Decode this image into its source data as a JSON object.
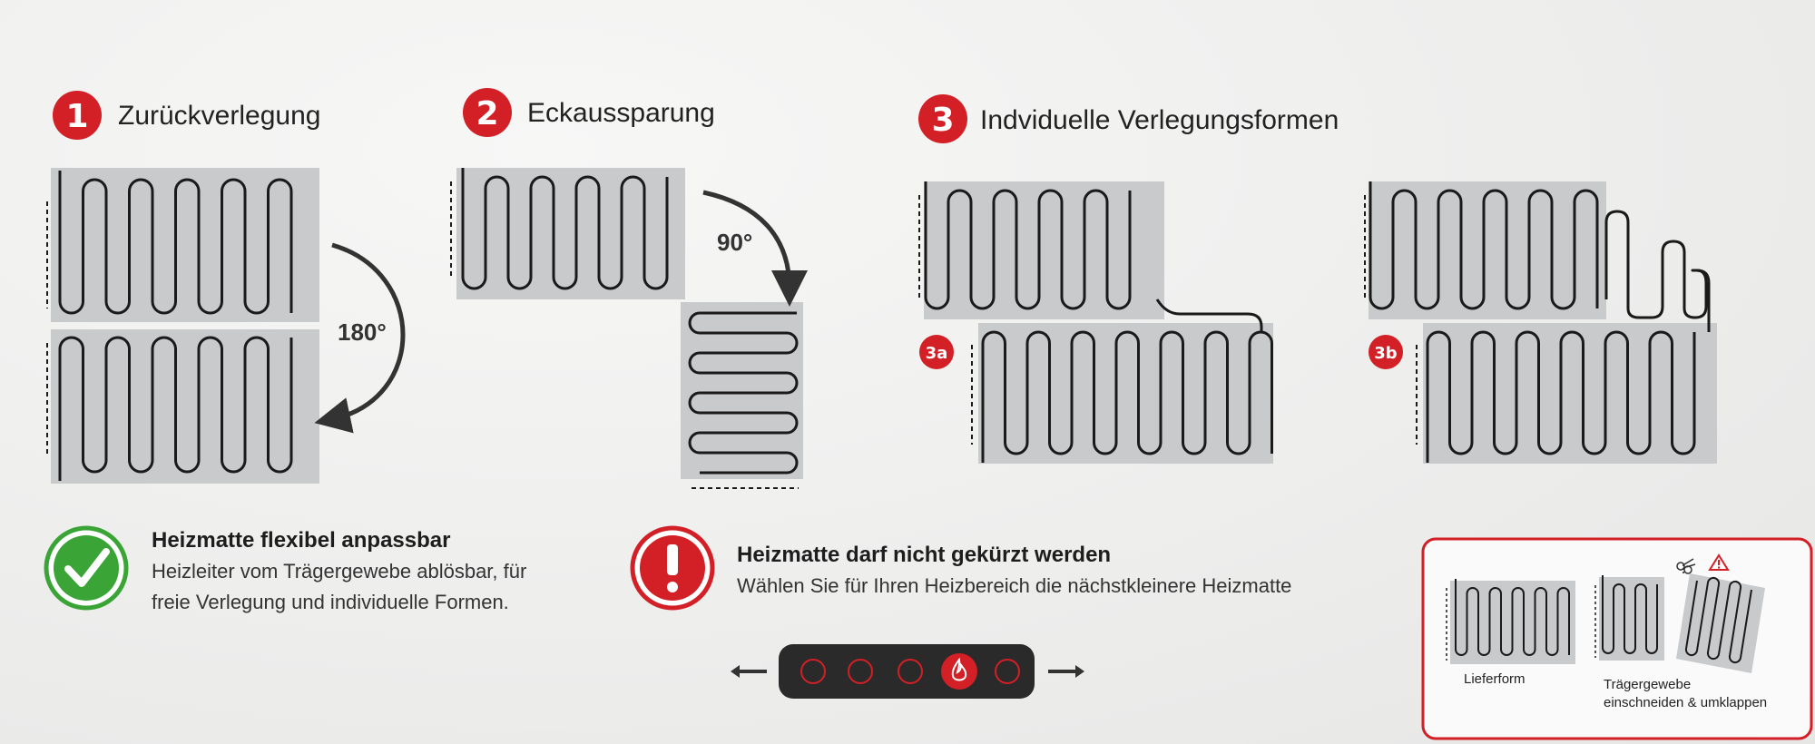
{
  "sections": [
    {
      "number": "1",
      "title": "Zurückverlegung",
      "angle": "180°"
    },
    {
      "number": "2",
      "title": "Eckaussparung",
      "angle": "90°"
    },
    {
      "number": "3",
      "title": "Indviduelle Verlegungsformen",
      "variants": [
        "3a",
        "3b"
      ]
    }
  ],
  "info_ok": {
    "title": "Heizmatte flexibel anpassbar",
    "line1": "Heizleiter vom Trägergewebe ablösbar, für",
    "line2": "freie Verlegung und individuelle Formen."
  },
  "info_warn": {
    "title": "Heizmatte darf nicht gekürzt werden",
    "line1": "Wählen Sie für Ihren Heizbereich die nächstkleinere Heizmatte"
  },
  "inset": {
    "label_left": "Lieferform",
    "label_right_1": "Trägergewebe",
    "label_right_2": "einschneiden & umklappen"
  },
  "colors": {
    "accent_red": "#d31f26",
    "ok_green": "#3aa536",
    "mat_fill": "#c9cacc",
    "wire": "#1a1a1a",
    "control_bg": "#2a2a2a"
  },
  "icons": [
    "check-circle-icon",
    "exclamation-circle-icon",
    "flame-icon",
    "arrow-left-icon",
    "arrow-right-icon",
    "scissors-icon",
    "warning-triangle-icon"
  ]
}
